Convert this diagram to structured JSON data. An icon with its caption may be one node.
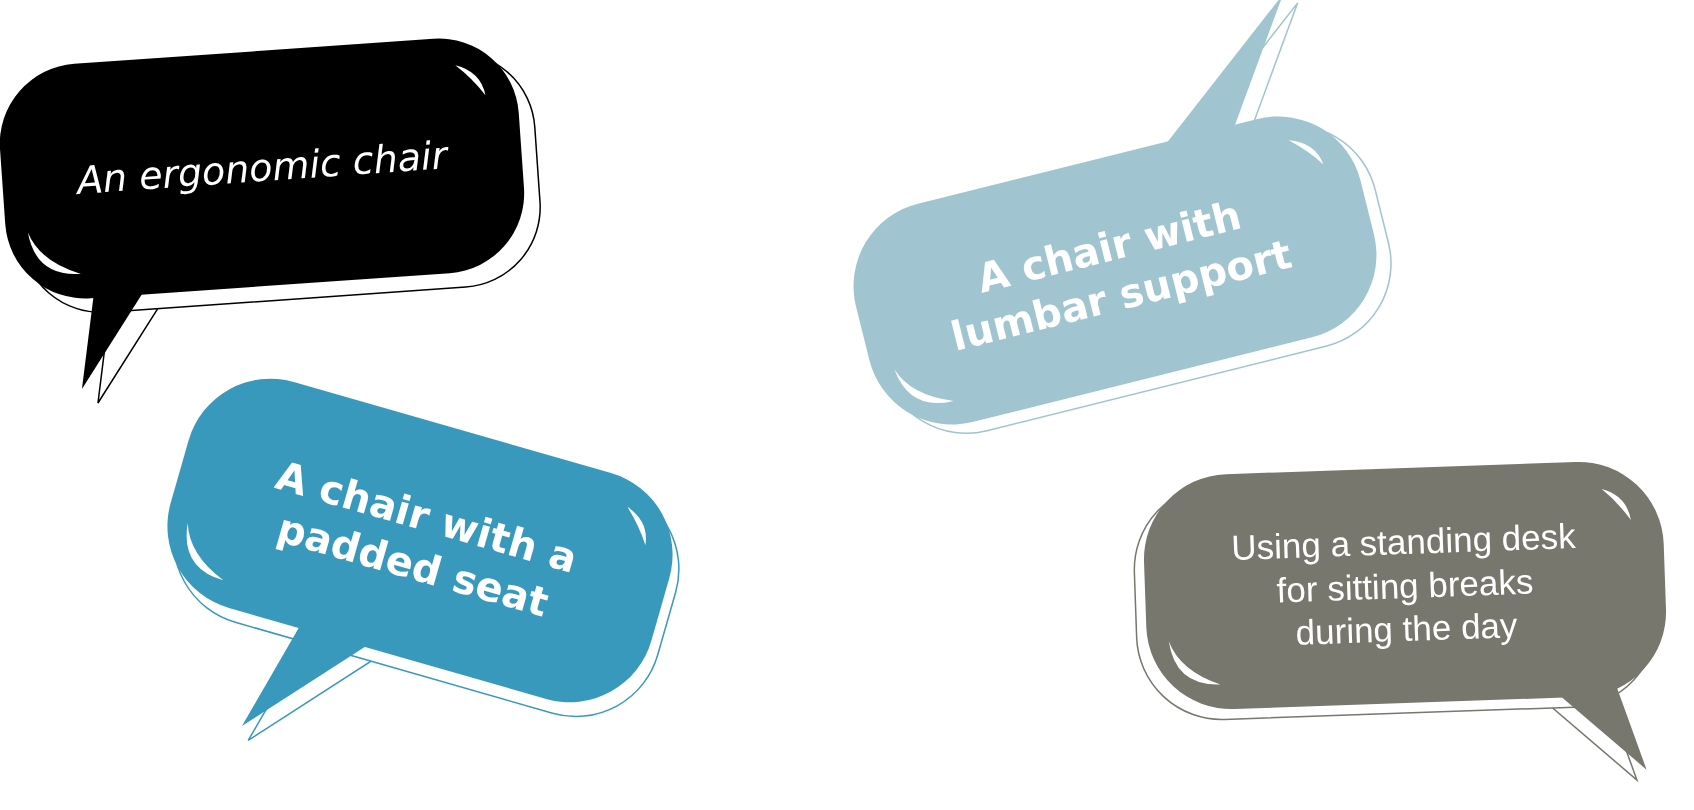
{
  "diagram": {
    "nodes": [
      {
        "text": [
          "An ergonomic chair"
        ]
      },
      {
        "text": [
          "A chair with lumbar support"
        ]
      },
      {
        "text": [
          "A chair with a padded seat"
        ]
      },
      {
        "text": [
          "Using a standing desk for sitting breaks during the day"
        ]
      }
    ]
  }
}
